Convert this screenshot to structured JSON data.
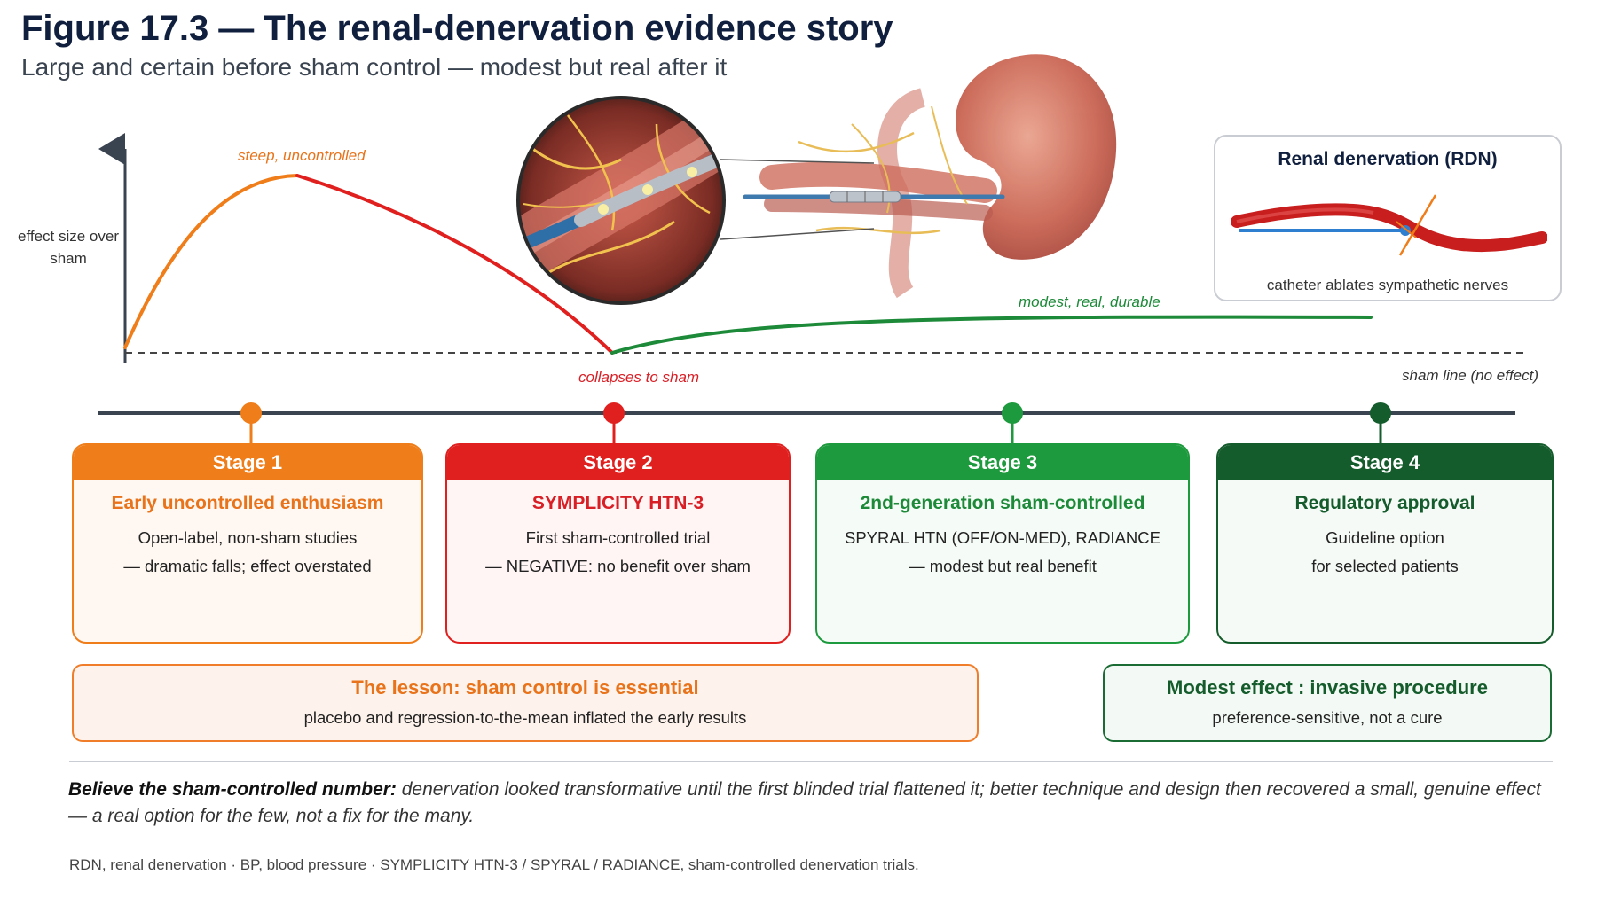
{
  "header": {
    "title": "Figure 17.3 — The renal-denervation evidence story",
    "subtitle": "Large and certain before sham control — modest but real after it"
  },
  "plot": {
    "y_axis_label": "effect size over sham",
    "labels": {
      "steep": "steep, uncontrolled",
      "collapse": "collapses to sham",
      "modest": "modest, real, durable",
      "sham_line": "sham line  (no effect)"
    }
  },
  "rdn_inset": {
    "title": "Renal denervation (RDN)",
    "caption": "catheter ablates sympathetic nerves"
  },
  "stages": [
    {
      "head": "Stage 1",
      "subtitle": "Early uncontrolled enthusiasm",
      "line1": "Open-label, non-sham studies",
      "line2": "— dramatic falls; effect overstated",
      "color": "#ef7d1a",
      "subcolor": "#e8731a",
      "tint": "#fff8f2"
    },
    {
      "head": "Stage 2",
      "subtitle": "SYMPLICITY HTN-3",
      "line1": "First sham-controlled trial",
      "line2": "— NEGATIVE: no benefit over sham",
      "color": "#e0201f",
      "subcolor": "#d91f26",
      "tint": "#fff5f5"
    },
    {
      "head": "Stage 3",
      "subtitle": "2nd-generation sham-controlled",
      "line1": "SPYRAL HTN (OFF/ON-MED), RADIANCE",
      "line2": "— modest but real benefit",
      "color": "#1e9a3e",
      "subcolor": "#1c8a38",
      "tint": "#f5fbf6"
    },
    {
      "head": "Stage 4",
      "subtitle": "Regulatory approval",
      "line1": "Guideline option",
      "line2": "for selected patients",
      "color": "#155c2c",
      "subcolor": "#155c2c",
      "tint": "#f6faf7"
    }
  ],
  "lesson": {
    "title": "The lesson: sham control is essential",
    "text": "placebo and regression-to-the-mean inflated the early results"
  },
  "modest_box": {
    "title": "Modest effect : invasive procedure",
    "text": "preference-sensitive, not a cure"
  },
  "takeaway": {
    "bold": "Believe the sham-controlled number:",
    "text": " denervation looked transformative until the first blinded trial flattened it; better technique and design then recovered a small, genuine effect — a real option for the few, not a fix for the many."
  },
  "footnote": "RDN, renal denervation · BP, blood pressure · SYMPLICITY HTN-3 / SPYRAL / RADIANCE, sham-controlled denervation trials.",
  "colors": {
    "orange": "#ef7d1a",
    "red": "#e0201f",
    "green": "#1e9a3e",
    "dark_green": "#155c2c",
    "navy": "#0f1f3d"
  }
}
